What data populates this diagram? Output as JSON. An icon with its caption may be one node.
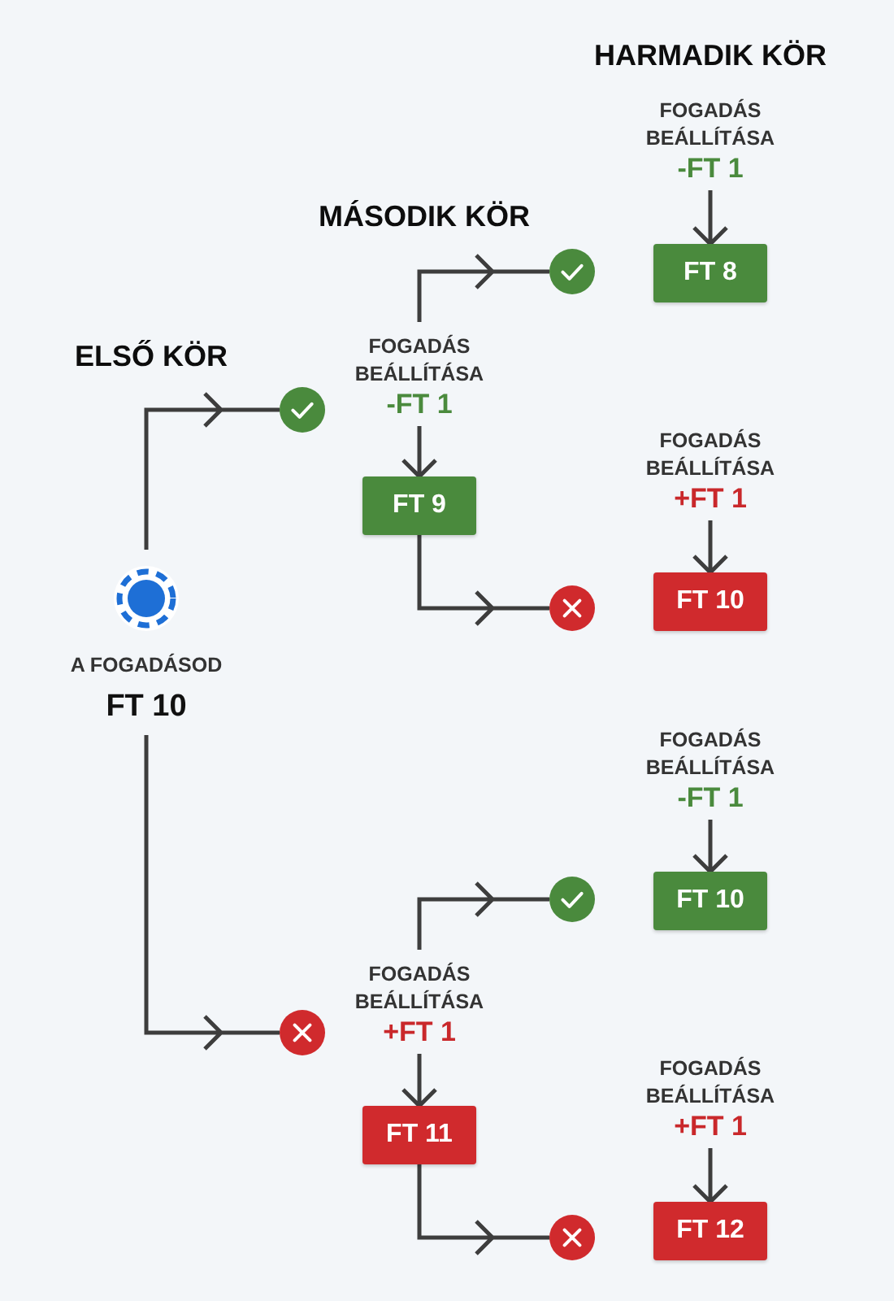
{
  "diagram": {
    "nodes": [
      {
        "text": [
          "A FOGADÁSOD",
          "FT 10"
        ]
      },
      {
        "text": [],
        "shape": "tick"
      },
      {
        "text": [
          "FOGADÁS BEÁLLÍTÁSA",
          "-FT 1"
        ]
      },
      {
        "text": [
          "FT 9"
        ]
      },
      {
        "text": [],
        "shape": "tick"
      },
      {
        "text": [
          "FOGADÁS BEÁLLÍTÁSA",
          "-FT 1"
        ]
      },
      {
        "text": [
          "FT 8"
        ]
      },
      {
        "text": [],
        "shape": "cross"
      },
      {
        "text": [
          "FOGADÁS BEÁLLÍTÁSA",
          "+FT 1"
        ]
      },
      {
        "text": [
          "FT 10"
        ]
      },
      {
        "text": [],
        "shape": "cross"
      },
      {
        "text": [
          "FOGADÁS BEÁLLÍTÁSA",
          "+FT 1"
        ]
      },
      {
        "text": [
          "FT 11"
        ]
      },
      {
        "text": [],
        "shape": "tick"
      },
      {
        "text": [
          "FOGADÁS BEÁLLÍTÁSA",
          "-FT 1"
        ]
      },
      {
        "text": [
          "FT 10"
        ]
      },
      {
        "text": [],
        "shape": "cross"
      },
      {
        "text": [
          "FOGADÁS BEÁLLÍTÁSA",
          "+FT 1"
        ]
      },
      {
        "text": [
          "FT 12"
        ]
      }
    ],
    "edges": [
      {
        "from": 0,
        "to": 1,
        "arrow": "to"
      },
      {
        "from": 0,
        "to": 10,
        "arrow": "to"
      },
      {
        "from": 2,
        "to": 3,
        "arrow": "to"
      },
      {
        "from": 2,
        "to": 4,
        "arrow": "to"
      },
      {
        "from": 3,
        "to": 7,
        "arrow": "to"
      },
      {
        "from": 5,
        "to": 6,
        "arrow": "to"
      },
      {
        "from": 8,
        "to": 9,
        "arrow": "to"
      },
      {
        "from": 11,
        "to": 12,
        "arrow": "to"
      },
      {
        "from": 11,
        "to": 13,
        "arrow": "to"
      },
      {
        "from": 12,
        "to": 16,
        "arrow": "to"
      },
      {
        "from": 14,
        "to": 15,
        "arrow": "to"
      },
      {
        "from": 17,
        "to": 18,
        "arrow": "to"
      }
    ],
    "labels": [
      "HARMADIK KÖR",
      "MÁSODIK KÖR",
      "ELSŐ KÖR"
    ]
  }
}
